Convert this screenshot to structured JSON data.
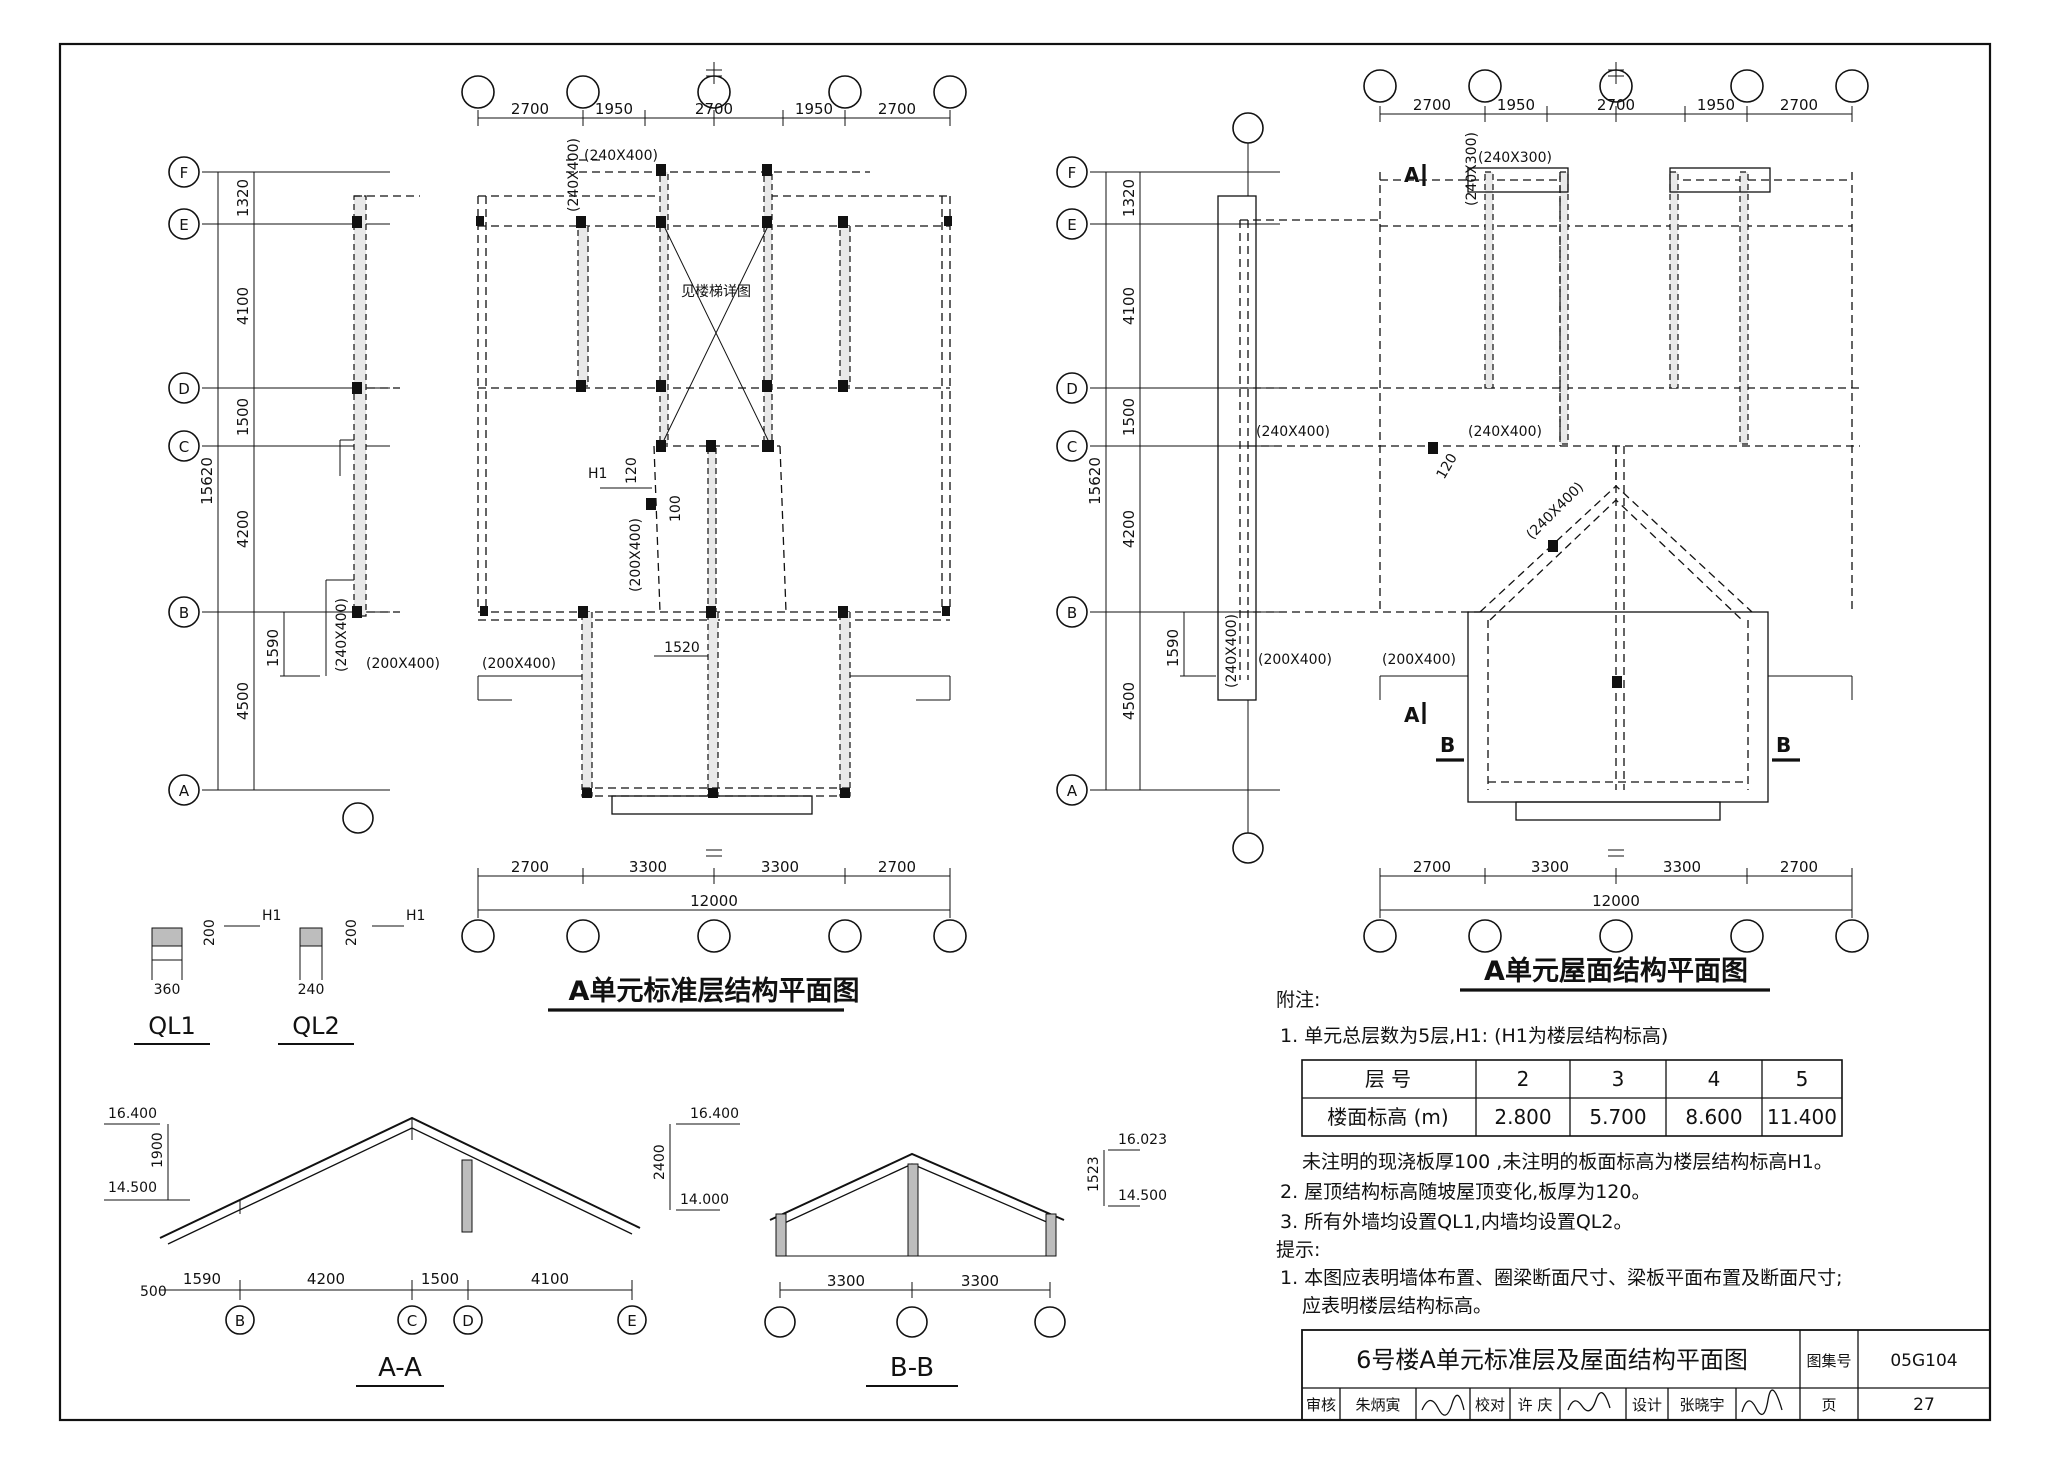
{
  "plan_a": {
    "title": "A单元标准层结构平面图",
    "axes_cols_top": [
      "",
      "",
      "",
      "",
      ""
    ],
    "top_dims": [
      "2700",
      "1950",
      "2700",
      "1950",
      "2700"
    ],
    "bottom_dims": [
      "2700",
      "3300",
      "3300",
      "2700"
    ],
    "total_width": "12000",
    "row_axes": [
      "F",
      "E",
      "D",
      "C",
      "B",
      "A"
    ],
    "left_dims": [
      "1320",
      "4100",
      "1500",
      "4200",
      "4500"
    ],
    "total_height": "15620",
    "stair_note": "见楼梯详图",
    "h1_label": "H1",
    "d120": "120",
    "d100": "100",
    "d1520": "1520",
    "d1590": "1590",
    "beam_240x400": "(240X400)",
    "beam_200x400": "(200X400)",
    "beam_240x400_b": "(240X400)",
    "beam_200x400_c": "(200X400)",
    "beam_200x400_d": "(200X400)",
    "beam_240x400_e": "(240X400)"
  },
  "plan_b": {
    "title": "A单元屋面结构平面图",
    "top_dims": [
      "2700",
      "1950",
      "2700",
      "1950",
      "2700"
    ],
    "bottom_dims": [
      "2700",
      "3300",
      "3300",
      "2700"
    ],
    "total_width": "12000",
    "row_axes": [
      "F",
      "E",
      "D",
      "C",
      "B",
      "A"
    ],
    "left_dims": [
      "1320",
      "4100",
      "1500",
      "4200",
      "4500"
    ],
    "total_height": "15620",
    "d1590": "1590",
    "d120": "120",
    "beam_240x300": "(240X300)",
    "beam_240x300_v": "(240X300)",
    "beam_240x400_a": "(240X400)",
    "beam_240x400_b": "(240X400)",
    "beam_240x400_c": "(240X400)",
    "beam_240x400_d": "(240X400)",
    "beam_200x400_a": "(200X400)",
    "beam_200x400_b": "(200X400)",
    "section_a": "A",
    "section_a2": "A",
    "section_b": "B",
    "section_b2": "B"
  },
  "ql": {
    "ql1": "QL1",
    "ql2": "QL2",
    "w360": "360",
    "w240": "240",
    "h200a": "200",
    "h200b": "200",
    "h1a": "H1",
    "h1b": "H1"
  },
  "section_aa": {
    "title": "A-A",
    "elev_top_left": "16.400",
    "elev_top_right": "16.400",
    "elev_left": "14.500",
    "elev_right": "14.000",
    "elev_base": "500",
    "h1900": "1900",
    "h2400": "2400",
    "dims": [
      "1590",
      "4200",
      "1500",
      "4100"
    ],
    "axes": [
      "B",
      "C",
      "D",
      "E"
    ]
  },
  "section_bb": {
    "title": "B-B",
    "elev_top": "16.023",
    "elev_low": "14.500",
    "h1523": "1523",
    "dims": [
      "3300",
      "3300"
    ]
  },
  "notes": {
    "heading": "附注:",
    "n1": "1. 单元总层数为5层,H1: (H1为楼层结构标高)",
    "table_h1": "层 号",
    "table_h2": "楼面标高 (m)",
    "floors": [
      "2",
      "3",
      "4",
      "5"
    ],
    "elevations": [
      "2.800",
      "5.700",
      "8.600",
      "11.400"
    ],
    "n1b": "未注明的现浇板厚100 ,未注明的板面标高为楼层结构标高H1。",
    "n2": "2. 屋顶结构标高随坡屋顶变化,板厚为120。",
    "n3": "3. 所有外墙均设置QL1,内墙均设置QL2。",
    "hint": "提示:",
    "h1": "1. 本图应表明墙体布置、圈梁断面尺寸、梁板平面布置及断面尺寸;",
    "h1b": "应表明楼层结构标高。"
  },
  "titleblock": {
    "title": "6号楼A单元标准层及屋面结构平面图",
    "atlas_label": "图集号",
    "atlas_no": "05G104",
    "review_label": "审核",
    "review_name": "朱炳寅",
    "check_label": "校对",
    "check_name": "许 庆",
    "design_label": "设计",
    "design_name": "张晓宇",
    "page_label": "页",
    "page_no": "27"
  }
}
